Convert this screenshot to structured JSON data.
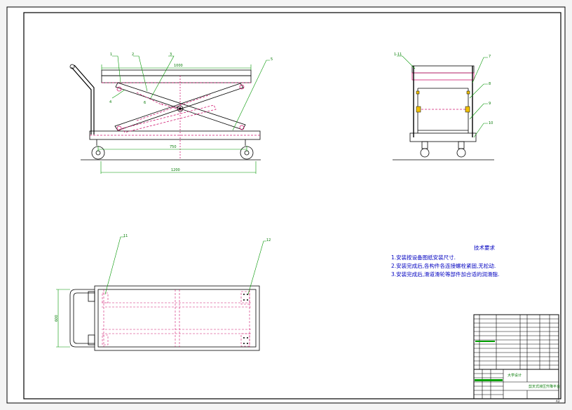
{
  "colors": {
    "background": "#ffffff",
    "frame": "#000000",
    "part": "#000000",
    "hidden": "#d01870",
    "dimension": "#009600",
    "leader": "#00b000",
    "fill_yellow": "#f0c000",
    "text_green": "#007800",
    "text_blue": "#0000c0"
  },
  "tech_req": {
    "title": "技术要求",
    "items": [
      "1.安装按设备图纸安装尺寸.",
      "2.安装完成后,各构件各连接螺栓紧固,无松动.",
      "3.安装完成后,滑道滑轮等部件加合适的润滑脂."
    ]
  },
  "title_block": {
    "company": "大学设计",
    "drawing_name": "剪叉式液压升降平台"
  },
  "sheet_size": "A3",
  "labels": {
    "side_top": [
      "1",
      "2",
      "3",
      "4"
    ],
    "side_right": "5",
    "side_left": "6",
    "dim_top": "1000",
    "dim_wheelbase": "750",
    "dim_overall": "1200",
    "end_top": "1-11",
    "end_right": [
      "7",
      "8",
      "9",
      "10"
    ],
    "plan_left": "11",
    "plan_right": "12",
    "plan_dim": "600"
  }
}
